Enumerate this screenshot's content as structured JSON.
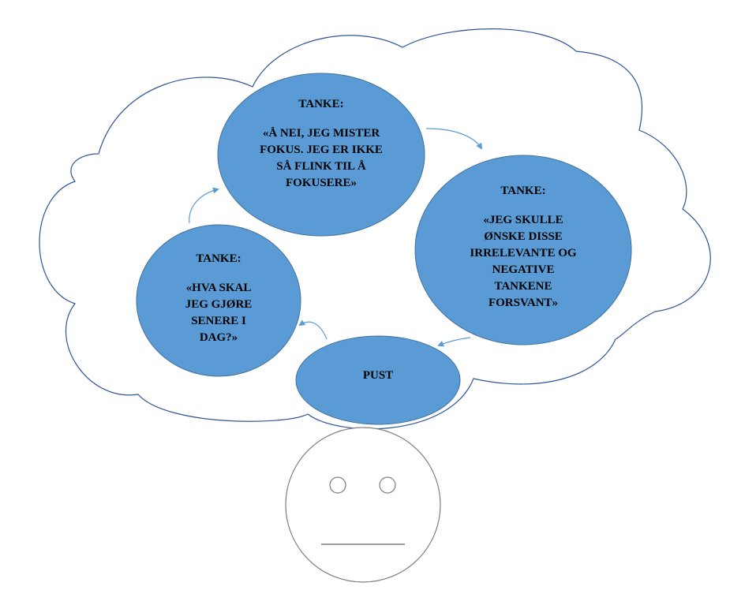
{
  "colors": {
    "bubble_fill": "#5b9bd5",
    "bubble_stroke": "#41719c",
    "arrow": "#5b9bd5",
    "outline": "#2f5597",
    "face": "#7f7f7f"
  },
  "nodes": {
    "top": {
      "label": "TANKE:",
      "text": "«Å NEI, JEG MISTER FOKUS. JEG ER IKKE SÅ FLINK TIL Å FOKUSERE»"
    },
    "right": {
      "label": "TANKE:",
      "text": "«JEG SKULLE ØNSKE DISSE IRRELEVANTE OG NEGATIVE TANKENE FORSVANT»"
    },
    "left": {
      "label": "TANKE:",
      "text": "«HVA SKAL JEG GJØRE SENERE I DAG?»"
    },
    "bottom": {
      "label": "PUST"
    }
  }
}
